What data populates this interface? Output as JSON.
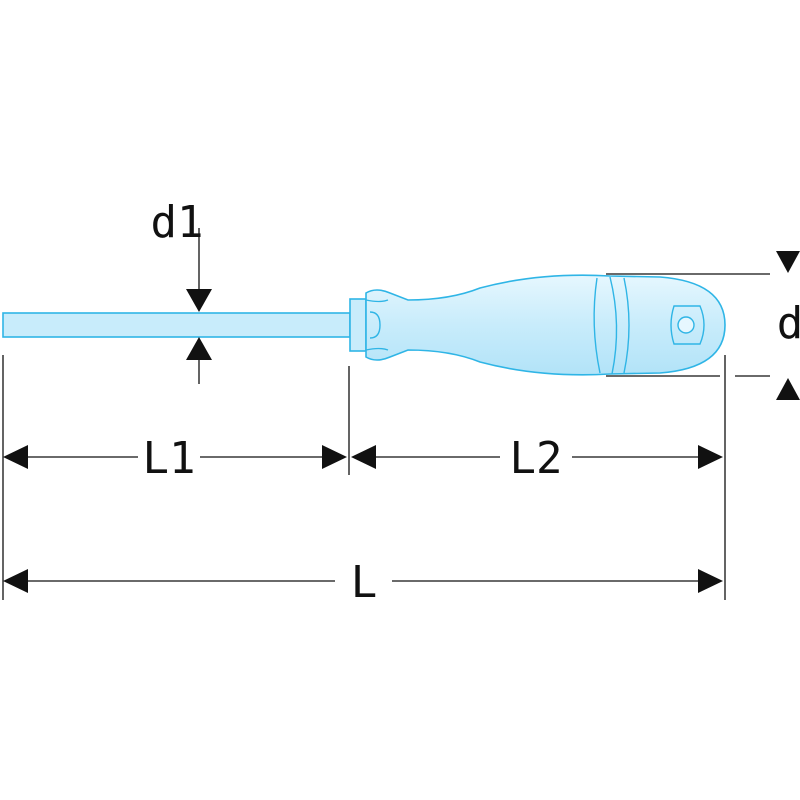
{
  "labels": {
    "d1": "d1",
    "d": "d",
    "L1": "L1",
    "L2": "L2",
    "L": "L"
  },
  "colors": {
    "tool_fill": "#c8ecfb",
    "tool_stroke": "#2fb5e6",
    "line": "#111111"
  }
}
